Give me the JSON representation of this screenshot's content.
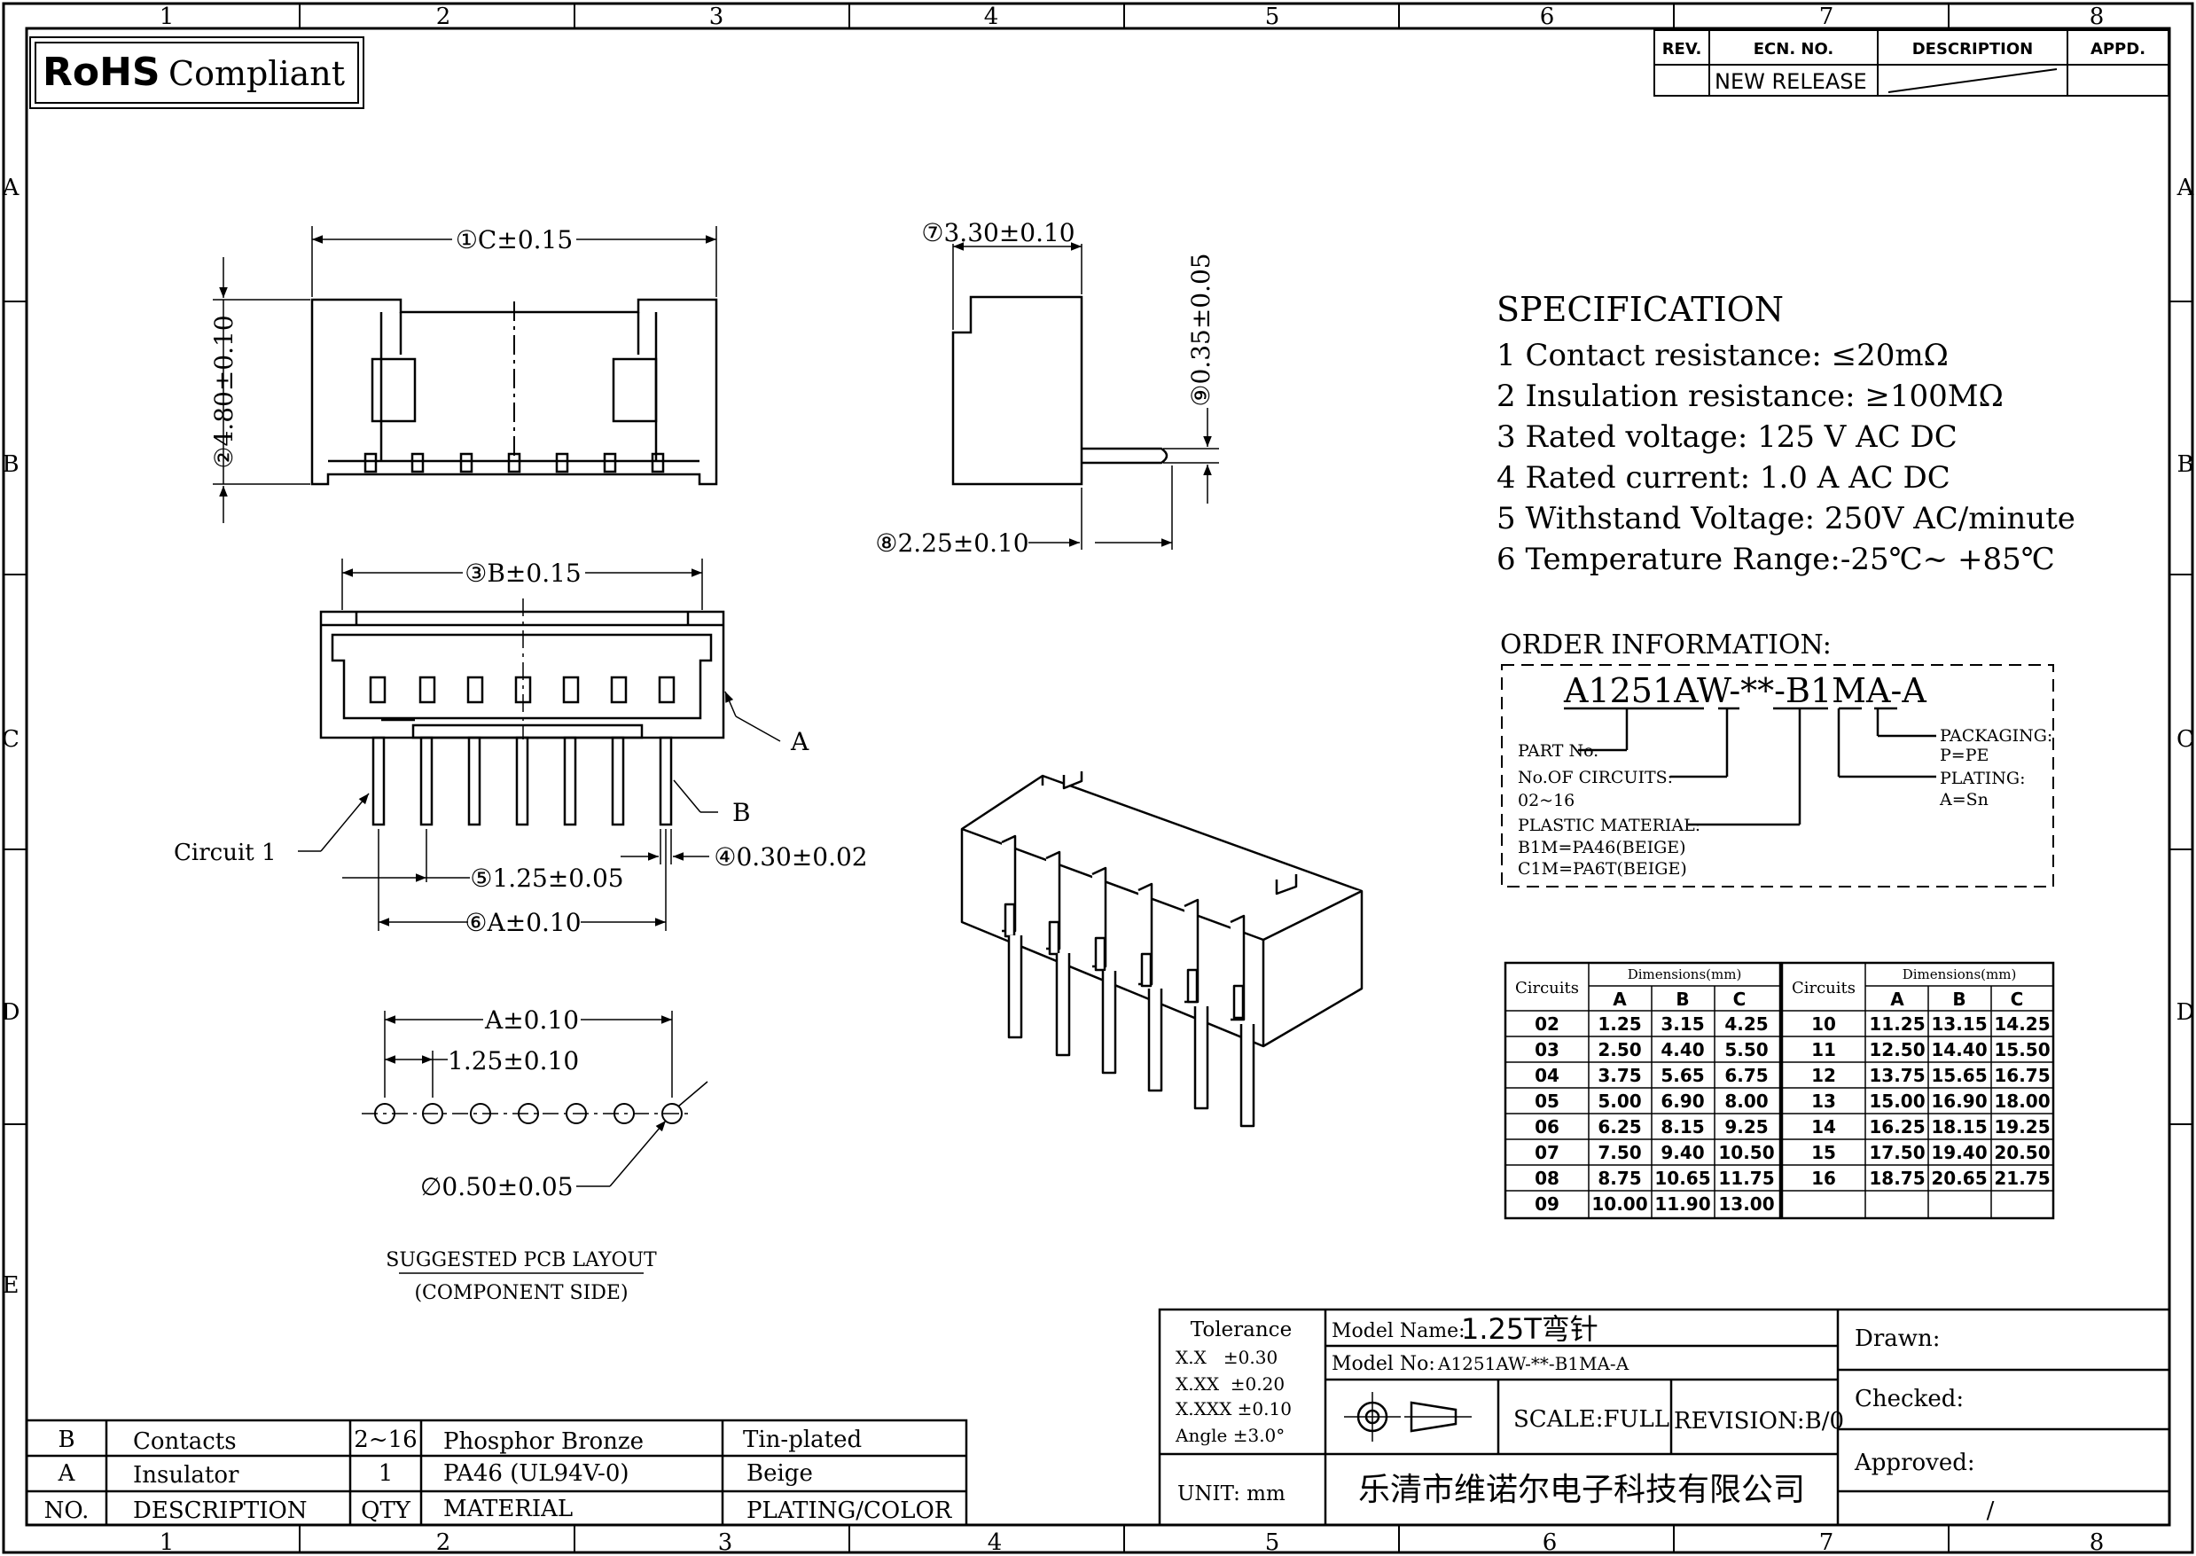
{
  "rohs": {
    "bold": "RoHS",
    "rest": "Compliant"
  },
  "grid": {
    "cols": [
      "1",
      "2",
      "3",
      "4",
      "5",
      "6",
      "7",
      "8"
    ],
    "rows": [
      "A",
      "B",
      "C",
      "D",
      "E"
    ]
  },
  "revision_table": {
    "headers": {
      "rev": "REV.",
      "ecn": "ECN. NO.",
      "desc": "DESCRIPTION",
      "appd": "APPD."
    },
    "row": {
      "ecn": "NEW RELEASE"
    }
  },
  "dimensions": {
    "c": "①C±0.15",
    "height": "②4.80±0.10",
    "b": "③B±0.15",
    "pin_w": "④0.30±0.02",
    "pitch": "⑤1.25±0.05",
    "a": "⑥A±0.10",
    "depth": "⑦3.30±0.10",
    "tail": "⑧2.25±0.10",
    "pin_t": "⑨0.35±0.05",
    "pcb_a": "A±0.10",
    "pcb_pitch": "1.25±0.10",
    "pcb_hole": "∅0.50±0.05",
    "label_a": "A",
    "label_b": "B",
    "circuit1": "Circuit 1"
  },
  "pcb_caption": {
    "line1": "SUGGESTED PCB LAYOUT",
    "line2": "(COMPONENT SIDE)"
  },
  "specification": {
    "title": "SPECIFICATION",
    "items": [
      "1 Contact resistance: ≤20mΩ",
      "2 Insulation resistance: ≥100MΩ",
      "3 Rated voltage: 125 V AC DC",
      "4 Rated current: 1.0 A AC DC",
      "5 Withstand Voltage: 250V AC/minute",
      "6 Temperature Range:-25℃~ +85℃"
    ]
  },
  "order_info": {
    "title": "ORDER INFORMATION:",
    "code": "A1251AW-**-B1MA-A",
    "part_no": "PART No.",
    "circuits": "No.OF CIRCUITS:",
    "circuits_val": "02~16",
    "material": "PLASTIC MATERIAL:",
    "material_b": "B1M=PA46(BEIGE)",
    "material_c": "C1M=PA6T(BEIGE)",
    "packaging": "PACKAGING:",
    "packaging_val": "P=PE",
    "plating": "PLATING:",
    "plating_val": "A=Sn"
  },
  "dim_table": {
    "circuits_header": "Circuits",
    "dims_header": "Dimensions(mm)",
    "col_a": "A",
    "col_b": "B",
    "col_c": "C",
    "left": [
      [
        "02",
        "1.25",
        "3.15",
        "4.25"
      ],
      [
        "03",
        "2.50",
        "4.40",
        "5.50"
      ],
      [
        "04",
        "3.75",
        "5.65",
        "6.75"
      ],
      [
        "05",
        "5.00",
        "6.90",
        "8.00"
      ],
      [
        "06",
        "6.25",
        "8.15",
        "9.25"
      ],
      [
        "07",
        "7.50",
        "9.40",
        "10.50"
      ],
      [
        "08",
        "8.75",
        "10.65",
        "11.75"
      ],
      [
        "09",
        "10.00",
        "11.90",
        "13.00"
      ]
    ],
    "right": [
      [
        "10",
        "11.25",
        "13.15",
        "14.25"
      ],
      [
        "11",
        "12.50",
        "14.40",
        "15.50"
      ],
      [
        "12",
        "13.75",
        "15.65",
        "16.75"
      ],
      [
        "13",
        "15.00",
        "16.90",
        "18.00"
      ],
      [
        "14",
        "16.25",
        "18.15",
        "19.25"
      ],
      [
        "15",
        "17.50",
        "19.40",
        "20.50"
      ],
      [
        "16",
        "18.75",
        "20.65",
        "21.75"
      ]
    ]
  },
  "bom": {
    "rows": [
      [
        "B",
        "Contacts",
        "2~16",
        "Phosphor Bronze",
        "Tin-plated"
      ],
      [
        "A",
        "Insulator",
        "1",
        "PA46 (UL94V-0)",
        "Beige"
      ]
    ],
    "header": [
      "NO.",
      "DESCRIPTION",
      "QTY",
      "MATERIAL",
      "PLATING/COLOR"
    ]
  },
  "title_block": {
    "tolerance": "Tolerance",
    "tol_lines": [
      "X.X   ±0.30",
      "X.XX  ±0.20",
      "X.XXX ±0.10",
      "Angle ±3.0°"
    ],
    "unit": "UNIT: mm",
    "model_name_label": "Model Name:",
    "model_name": "1.25T弯针",
    "model_no_label": "Model No:",
    "model_no": "A1251AW-**-B1MA-A",
    "scale": "SCALE:FULL",
    "revision": "REVISION:B/0",
    "company": "乐清市维诺尔电子科技有限公司",
    "drawn": "Drawn:",
    "checked": "Checked:",
    "approved": "Approved:",
    "slash": "/"
  }
}
